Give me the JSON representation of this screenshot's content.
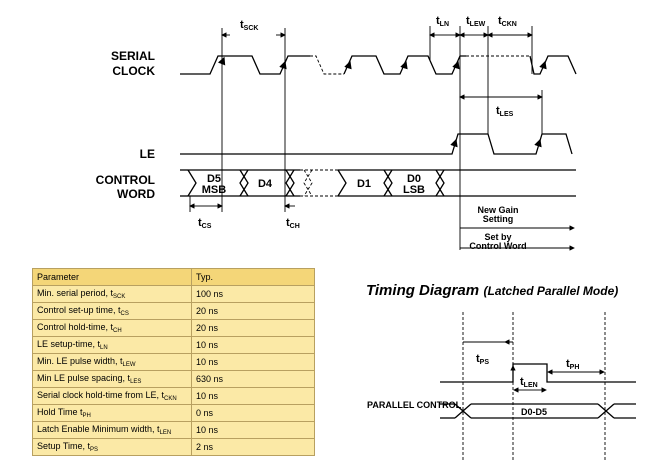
{
  "serial_timing": {
    "signals": {
      "serial_clock_line1": "SERIAL",
      "serial_clock_line2": "CLOCK",
      "le": "LE",
      "control_word_line1": "CONTROL",
      "control_word_line2": "WORD"
    },
    "timing_labels": {
      "t_sck": "t",
      "t_sck_sub": "SCK",
      "t_ln": "t",
      "t_ln_sub": "LN",
      "t_lew": "t",
      "t_lew_sub": "LEW",
      "t_ckn": "t",
      "t_ckn_sub": "CKN",
      "t_les": "t",
      "t_les_sub": "LES",
      "t_cs": "t",
      "t_cs_sub": "CS",
      "t_ch": "t",
      "t_ch_sub": "CH"
    },
    "word_cells": {
      "d5": "D5",
      "msb": "MSB",
      "d4": "D4",
      "d1": "D1",
      "d0": "D0",
      "lsb": "LSB"
    },
    "annotations": {
      "new_gain_line1": "New Gain",
      "new_gain_line2": "Setting",
      "set_by_line1": "Set by",
      "set_by_line2": "Control Word"
    }
  },
  "table": {
    "header": {
      "parameter": "Parameter",
      "typ": "Typ."
    },
    "rows": [
      {
        "name": "Min. serial period, t",
        "sub": "SCK",
        "value": "100 ns"
      },
      {
        "name": "Control set-up time, t",
        "sub": "CS",
        "value": "20 ns"
      },
      {
        "name": "Control hold-time, t",
        "sub": "CH",
        "value": "20 ns"
      },
      {
        "name": "LE setup-time, t",
        "sub": "LN",
        "value": "10 ns"
      },
      {
        "name": "Min. LE pulse width, t",
        "sub": "LEW",
        "value": "10 ns"
      },
      {
        "name": "Min LE pulse spacing, t",
        "sub": "LES",
        "value": "630 ns"
      },
      {
        "name": "Serial clock hold-time from LE, t",
        "sub": "CKN",
        "value": "10 ns"
      },
      {
        "name": "Hold Time t",
        "sub": "PH",
        "value": "0 ns"
      },
      {
        "name": "Latch Enable Minimum width, t",
        "sub": "LEN",
        "value": "10 ns"
      },
      {
        "name": "Setup Time, t",
        "sub": "PS",
        "value": "2 ns"
      }
    ]
  },
  "parallel_timing": {
    "title": "Timing Diagram",
    "subtitle": "(Latched Parallel Mode)",
    "signal": "PARALLEL CONTROL",
    "bus_value": "D0-D5",
    "labels": {
      "t_ps": "t",
      "t_ps_sub": "PS",
      "t_len": "t",
      "t_len_sub": "LEN",
      "t_ph": "t",
      "t_ph_sub": "PH"
    }
  }
}
